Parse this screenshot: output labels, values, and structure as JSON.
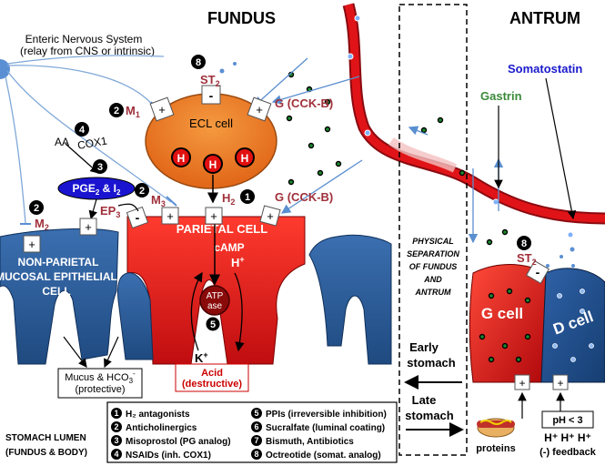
{
  "headers": {
    "fundus": "FUNDUS",
    "antrum": "ANTRUM"
  },
  "ens": {
    "line1": "Enteric Nervous System",
    "line2": "(relay from CNS or intrinsic)"
  },
  "cells": {
    "ecl": "ECL cell",
    "parietal": "PARIETAL CELL",
    "nonparietal": [
      "NON-PARIETAL",
      "MUCOSAL EPITHELIAL",
      "CELL"
    ],
    "g_cell": "G cell",
    "d_cell": "D cell"
  },
  "receptors": {
    "st2": "ST",
    "st2_sub": "2",
    "m1": "M",
    "m1_sub": "1",
    "m2": "M",
    "m2_sub": "2",
    "m3": "M",
    "m3_sub": "3",
    "h2": "H",
    "h2_sub": "2",
    "gcckb": "G (CCK-B)",
    "ep3": "EP",
    "ep3_sub": "3"
  },
  "molecules": {
    "aa": "AA",
    "cox1": "COX1",
    "pge2": "PGE",
    "pge2_sub": "2",
    "pge_and": " & I",
    "pge_and_sub": "2",
    "camp": "cAMP",
    "h_plus": "H",
    "k_plus": "K",
    "h": "H",
    "atpase_1": "ATP",
    "atpase_2": "ase",
    "acid_1": "Acid",
    "acid_2": "(destructive)",
    "mucus_1": "Mucus & HCO",
    "mucus_1_sub": "3",
    "mucus_2": "(protective)",
    "gastrin": "Gastrin",
    "somatostatin": "Somatostatin"
  },
  "separation": [
    "PHYSICAL",
    "SEPARATION",
    "OF FUNDUS",
    "AND",
    "ANTRUM"
  ],
  "stomach": {
    "early_1": "Early",
    "early_2": "stomach",
    "late_1": "Late",
    "late_2": "stomach"
  },
  "lumen": [
    "STOMACH LUMEN",
    "(FUNDUS & BODY)"
  ],
  "antrum_labels": {
    "proteins": "proteins",
    "ph": "pH < 3",
    "h_ions": "H⁺ H⁺ H⁺",
    "feedback": "(-) feedback"
  },
  "drugs": [
    {
      "num": "1",
      "text": "H₂ antagonists"
    },
    {
      "num": "2",
      "text": "Anticholinergics"
    },
    {
      "num": "3",
      "text": "Misoprostol (PG analog)"
    },
    {
      "num": "4",
      "text": "NSAIDs (inh. COX1)"
    },
    {
      "num": "5",
      "text": "PPIs (irreversible inhibition)"
    },
    {
      "num": "6",
      "text": "Sucralfate (luminal coating)"
    },
    {
      "num": "7",
      "text": "Bismuth, Antibiotics"
    },
    {
      "num": "8",
      "text": "Octreotide (somat. analog)"
    }
  ],
  "markers": {
    "plus": "+",
    "minus": "-"
  },
  "badge_nums": {
    "n1": "1",
    "n2": "2",
    "n3": "3",
    "n4": "4",
    "n5": "5",
    "n8": "8"
  },
  "colors": {
    "parietal": "#e01818",
    "ecl": "#f07a1c",
    "blue_cell": "#2e5c9a",
    "receptor_text": "#a0303a",
    "artery": "#d8101a",
    "gastrin_text": "#3a8a3a",
    "somatostatin_text": "#1a1acc"
  }
}
